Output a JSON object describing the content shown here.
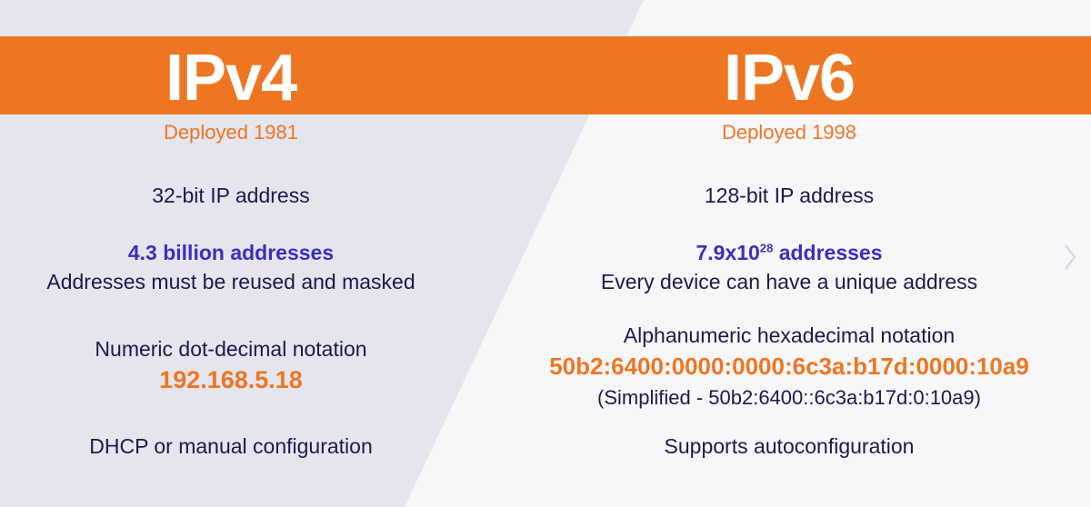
{
  "colors": {
    "accent_orange": "#ee7623",
    "navy_text": "#1b1a4a",
    "highlight_purple": "#3b2fc0",
    "left_panel": "#e5e5ee",
    "right_panel": "#f7f7fa"
  },
  "ipv4": {
    "title": "IPv4",
    "deployed": "Deployed 1981",
    "address_size": "32-bit IP address",
    "address_count": "4.3 billion addresses",
    "address_note": "Addresses must be reused and masked",
    "notation_label": "Numeric dot-decimal notation",
    "example": "192.168.5.18",
    "configuration": "DHCP or manual configuration"
  },
  "ipv6": {
    "title": "IPv6",
    "deployed": "Deployed 1998",
    "address_size": "128-bit IP address",
    "address_count_base": "7.9x10",
    "address_count_exponent": "28",
    "address_count_suffix": " addresses",
    "address_note": "Every device can have a unique address",
    "notation_label": "Alphanumeric hexadecimal notation",
    "example": "50b2:6400:0000:0000:6c3a:b17d:0000:10a9",
    "simplified": "(Simplified - 50b2:6400::6c3a:b17d:0:10a9)",
    "configuration": "Supports autoconfiguration"
  },
  "icons": {
    "next": "chevron-right-icon"
  }
}
